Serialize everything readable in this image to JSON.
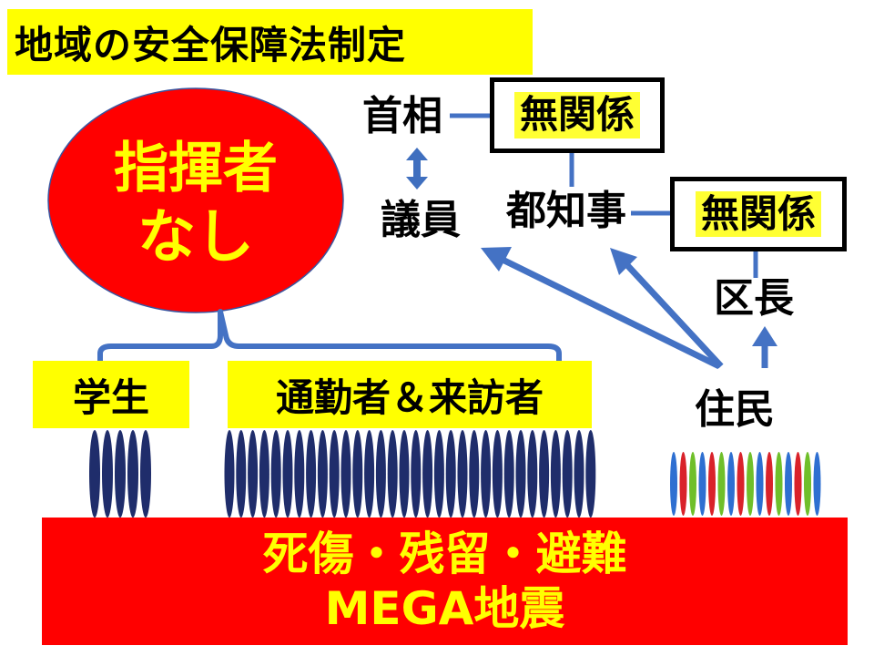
{
  "title": "地域の安全保障法制定",
  "oval": {
    "line1": "指揮者",
    "line2": "なし"
  },
  "nodes": {
    "prime_minister": "首相",
    "assembly": "議員",
    "governor": "都知事",
    "ward_head": "区長",
    "residents": "住民",
    "unrelated_1": "無関係",
    "unrelated_2": "無関係"
  },
  "groups": {
    "students": "学生",
    "commuters_visitors": "通勤者＆来訪者"
  },
  "bottom_band": {
    "line1": "死傷・残留・避難",
    "line2": "MEGA地震"
  },
  "colors": {
    "title_bg": "#ffff00",
    "oval_fill": "#ff0000",
    "oval_text": "#ffff00",
    "connector": "#4472c4",
    "band_fill": "#ff0000",
    "band_text": "#ffff00",
    "person_navy": "#1f2d6b",
    "resident_red": "#d9222a",
    "resident_blue": "#2e6fd1",
    "resident_green": "#6fbf2a"
  }
}
